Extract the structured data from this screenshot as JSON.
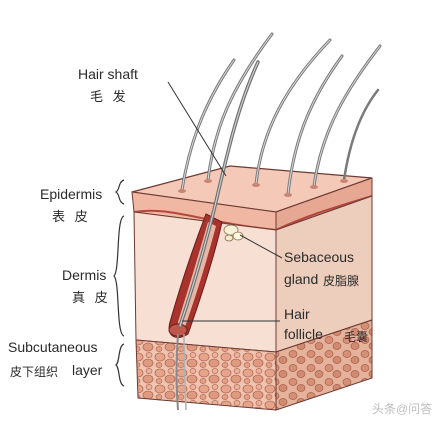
{
  "labels": {
    "hair_shaft": {
      "en": "Hair shaft",
      "zh": "毛 发"
    },
    "epidermis": {
      "en": "Epidermis",
      "zh": "表 皮"
    },
    "dermis": {
      "en": "Dermis",
      "zh": "真 皮"
    },
    "subcutaneous": {
      "en1": "Subcutaneous",
      "en2": "layer",
      "zh": "皮下组织"
    },
    "sebaceous": {
      "en1": "Sebaceous",
      "en2": "gland",
      "zh": "皮脂腺"
    },
    "follicle": {
      "en1": "Hair",
      "en2": "follicle",
      "zh": "毛囊"
    }
  },
  "watermark": "头条@问答",
  "colors": {
    "epidermis_top": "#f4c7b6",
    "epidermis_edge": "#b5463e",
    "dermis": "#f6ddd0",
    "dermis_side": "#eccab8",
    "follicle": "#a8322c",
    "hair": "#8a8a8a",
    "fat": "#e0a28a",
    "fat_dark": "#b86a55",
    "leader": "#333333"
  }
}
